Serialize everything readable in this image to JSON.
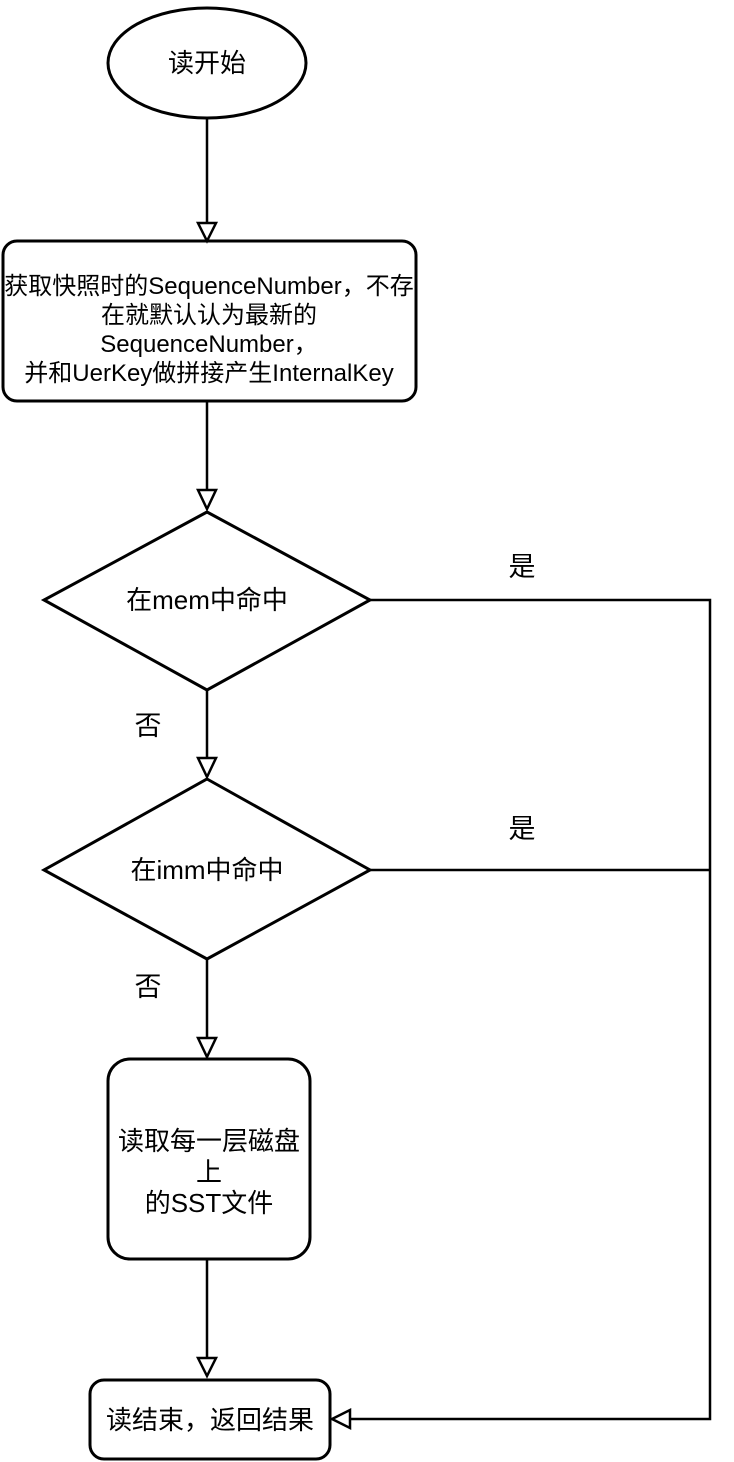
{
  "flowchart": {
    "nodes": {
      "start": {
        "label": "读开始",
        "shape": "ellipse"
      },
      "process": {
        "label": "获取快照时的SequenceNumber，不存\n在就默认认为最新的SequenceNumber，\n并和UerKey做拼接产生InternalKey",
        "shape": "rounded-rect"
      },
      "decision_mem": {
        "label": "在mem中命中",
        "shape": "diamond"
      },
      "decision_imm": {
        "label": "在imm中命中",
        "shape": "diamond"
      },
      "read_sst": {
        "label": "读取每一层磁盘上\n的SST文件",
        "shape": "rounded-rect"
      },
      "end": {
        "label": "读结束，返回结果",
        "shape": "rounded-rect"
      }
    },
    "edge_labels": {
      "mem_yes": "是",
      "mem_no": "否",
      "imm_yes": "是",
      "imm_no": "否"
    },
    "colors": {
      "stroke": "#000000",
      "fill": "#ffffff",
      "text": "#000000",
      "background": "#ffffff"
    }
  }
}
